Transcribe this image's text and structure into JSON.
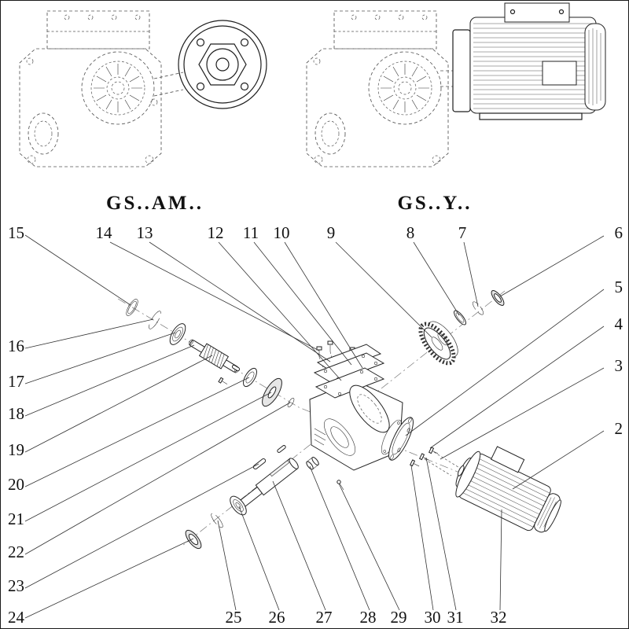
{
  "models": {
    "left_label": "GS..AM..",
    "right_label": "GS..Y.."
  },
  "colors": {
    "line": "#222222",
    "background": "#ffffff"
  },
  "callouts": [
    {
      "n": "15"
    },
    {
      "n": "14"
    },
    {
      "n": "13"
    },
    {
      "n": "12"
    },
    {
      "n": "11"
    },
    {
      "n": "10"
    },
    {
      "n": "9"
    },
    {
      "n": "8"
    },
    {
      "n": "7"
    },
    {
      "n": "6"
    },
    {
      "n": "5"
    },
    {
      "n": "4"
    },
    {
      "n": "3"
    },
    {
      "n": "2"
    },
    {
      "n": "16"
    },
    {
      "n": "17"
    },
    {
      "n": "18"
    },
    {
      "n": "19"
    },
    {
      "n": "20"
    },
    {
      "n": "21"
    },
    {
      "n": "22"
    },
    {
      "n": "23"
    },
    {
      "n": "24"
    },
    {
      "n": "25"
    },
    {
      "n": "26"
    },
    {
      "n": "27"
    },
    {
      "n": "28"
    },
    {
      "n": "29"
    },
    {
      "n": "30"
    },
    {
      "n": "31"
    },
    {
      "n": "32"
    }
  ]
}
